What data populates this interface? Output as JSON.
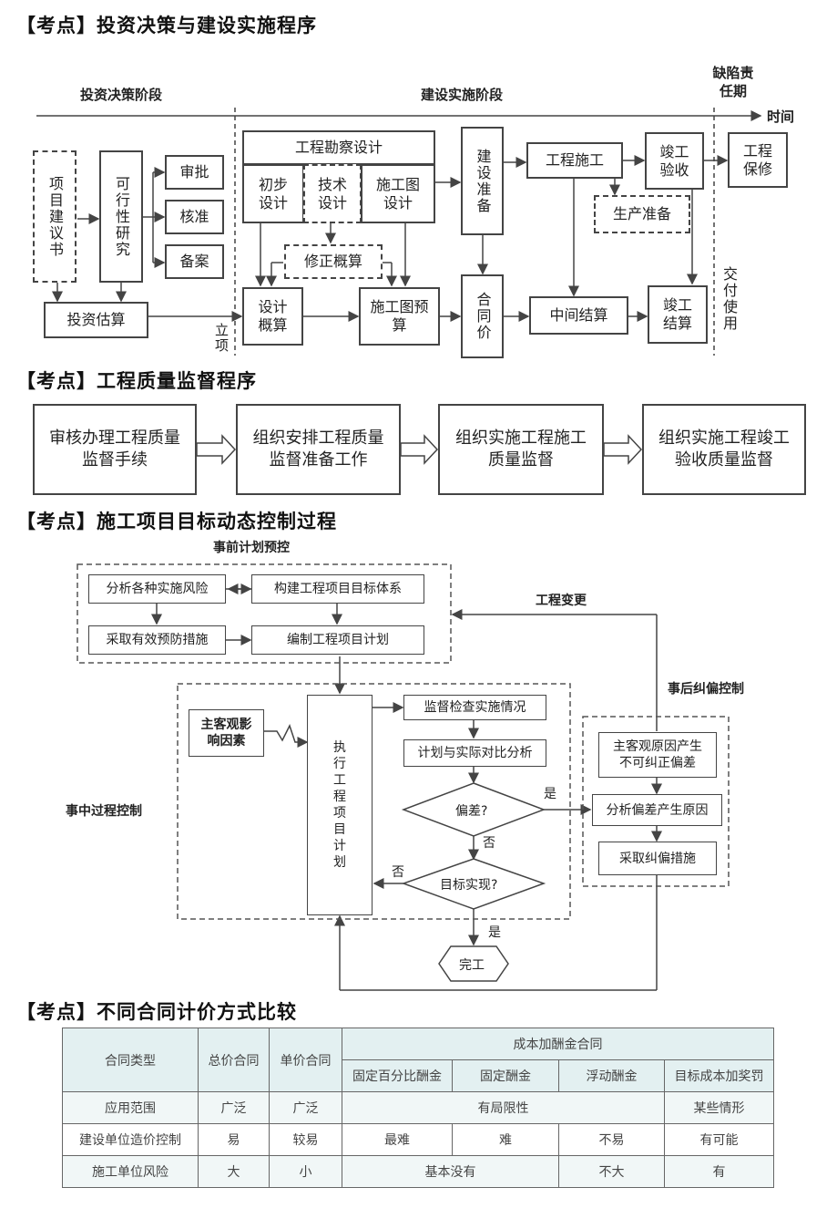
{
  "sections": [
    {
      "heading": "【考点】投资决策与建设实施程序"
    },
    {
      "heading": "【考点】工程质量监督程序"
    },
    {
      "heading": "【考点】施工项目目标动态控制过程"
    },
    {
      "heading": "【考点】不同合同计价方式比较"
    }
  ],
  "flow1": {
    "stage_decision": "投资决策阶段",
    "stage_build": "建设实施阶段",
    "stage_defect": "缺陷责任期",
    "time_label": "时间",
    "proposal": "项目建议书",
    "feasibility": "可行性研究",
    "approve1": "审批",
    "approve2": "核准",
    "approve3": "备案",
    "estimate": "投资估算",
    "project_setup": "立项",
    "survey_design": "工程勘察设计",
    "prelim_design": "初步设计",
    "tech_design": "技术设计",
    "construction_drawing": "施工图设计",
    "revise_budget": "修正概算",
    "design_budget": "设计概算",
    "drawing_budget": "施工图预算",
    "build_prep": "建设准备",
    "contract_price": "合同价",
    "construction": "工程施工",
    "production_prep": "生产准备",
    "mid_settlement": "中间结算",
    "completion_accept": "竣工验收",
    "completion_settle": "竣工结算",
    "warranty": "工程保修",
    "handover": "交付使用"
  },
  "flow2": {
    "steps": [
      "审核办理工程质量监督手续",
      "组织安排工程质量监督准备工作",
      "组织实施工程施工质量监督",
      "组织实施工程竣工验收质量监督"
    ]
  },
  "flow3": {
    "pre_control": "事前计划预控",
    "risk": "分析各种实施风险",
    "target_system": "构建工程项目目标体系",
    "prevent": "采取有效预防措施",
    "plan": "编制工程项目计划",
    "change": "工程变更",
    "post_control": "事后纠偏控制",
    "process_control": "事中过程控制",
    "factors": "主客观影响因素",
    "execute": "执行工程项目计划",
    "supervise": "监督检查实施情况",
    "compare": "计划与实际对比分析",
    "deviation": "偏差?",
    "achieved": "目标实现?",
    "yes1": "是",
    "no1": "否",
    "no2": "否",
    "yes2": "是",
    "finish": "完工",
    "cause_uncorrectable": "主客观原因产生不可纠正偏差",
    "analyze_cause": "分析偏差产生原因",
    "correct": "采取纠偏措施"
  },
  "table": {
    "h_type": "合同类型",
    "h_lump": "总价合同",
    "h_unit": "单价合同",
    "h_costplus": "成本加酬金合同",
    "sub": [
      "固定百分比酬金",
      "固定酬金",
      "浮动酬金",
      "目标成本加奖罚"
    ],
    "rows": [
      {
        "label": "应用范围",
        "lump": "广泛",
        "unit": "广泛",
        "merged": "有局限性",
        "last": "某些情形"
      },
      {
        "label": "建设单位造价控制",
        "lump": "易",
        "unit": "较易",
        "c1": "最难",
        "c2": "难",
        "c3": "不易",
        "c4": "有可能"
      },
      {
        "label": "施工单位风险",
        "lump": "大",
        "unit": "小",
        "merged": "基本没有",
        "c3": "不大",
        "c4": "有"
      }
    ]
  }
}
